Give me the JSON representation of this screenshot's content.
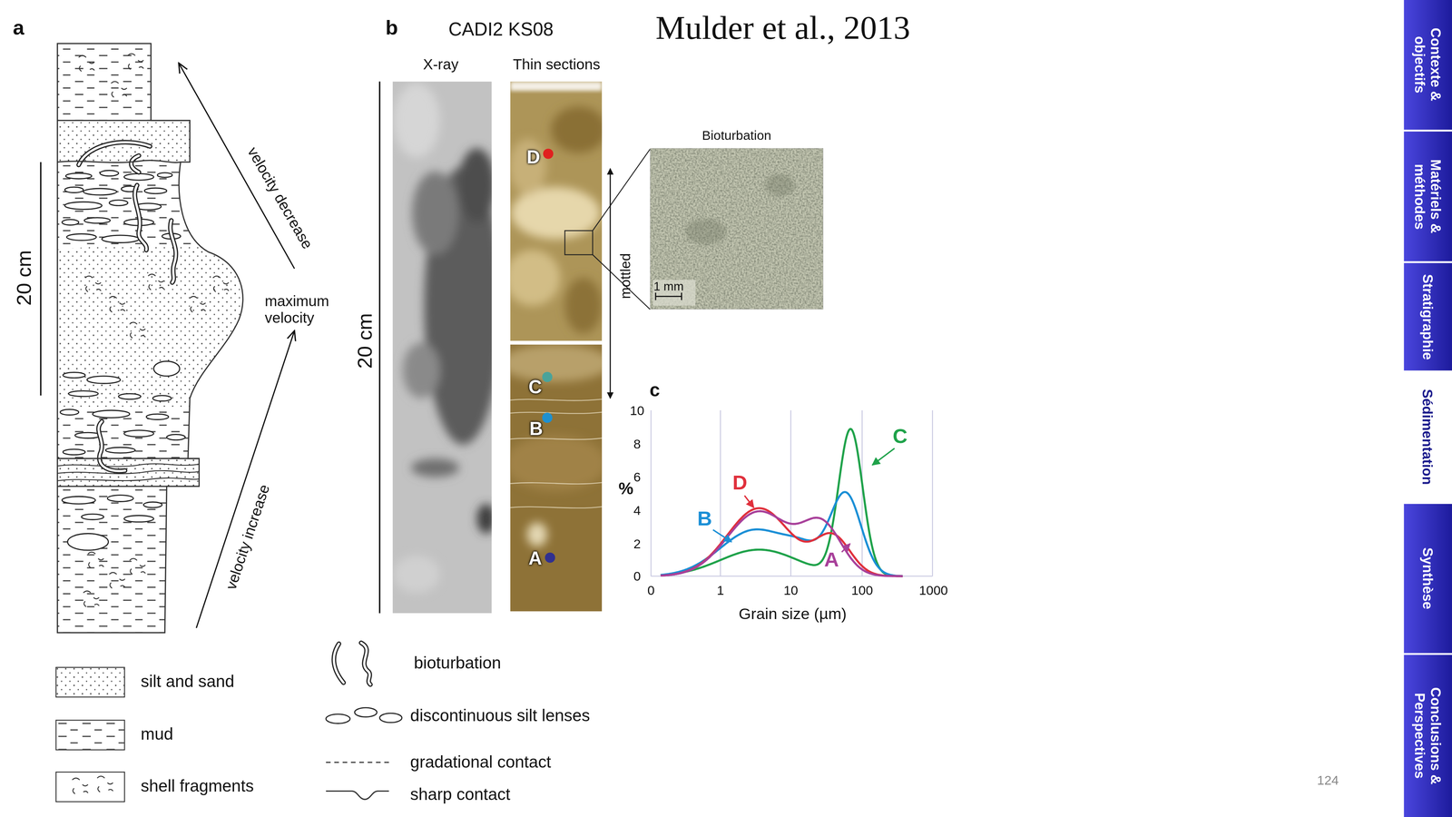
{
  "diagram": {
    "title": "Mulder et al., 2013",
    "nodes": [
      {
        "text": [
          "Bioturbation",
          "1 mm"
        ]
      },
      {
        "text": [
          "Contexte & objectifs"
        ]
      },
      {
        "text": [
          "Matériels & méthodes"
        ]
      },
      {
        "text": [
          "Stratigraphie"
        ]
      },
      {
        "text": [
          "Sédimentation"
        ]
      },
      {
        "text": [
          "Synthèse"
        ]
      },
      {
        "text": [
          "Conclusions & Perspectives"
        ]
      }
    ],
    "labels": [
      "a",
      "20 cm",
      "velocity decrease",
      "maximum velocity",
      "velocity increase",
      "b",
      "CADI2 KS08",
      "X-ray",
      "Thin sections",
      "20 cm",
      "D",
      "C",
      "B",
      "A",
      "mottled",
      "c",
      "10",
      "8",
      "6",
      "4",
      "2",
      "0",
      "0",
      "1",
      "10",
      "100",
      "1000",
      "%",
      "Grain size (µm)",
      "D",
      "B",
      "C",
      "A",
      "124"
    ],
    "legend": [
      {
        "text": "silt and sand"
      },
      {
        "text": "mud"
      },
      {
        "text": "shell fragments"
      },
      {
        "text": "bioturbation"
      },
      {
        "text": "discontinuous silt lenses"
      },
      {
        "text": "gradational contact"
      },
      {
        "text": "sharp contact"
      }
    ]
  }
}
